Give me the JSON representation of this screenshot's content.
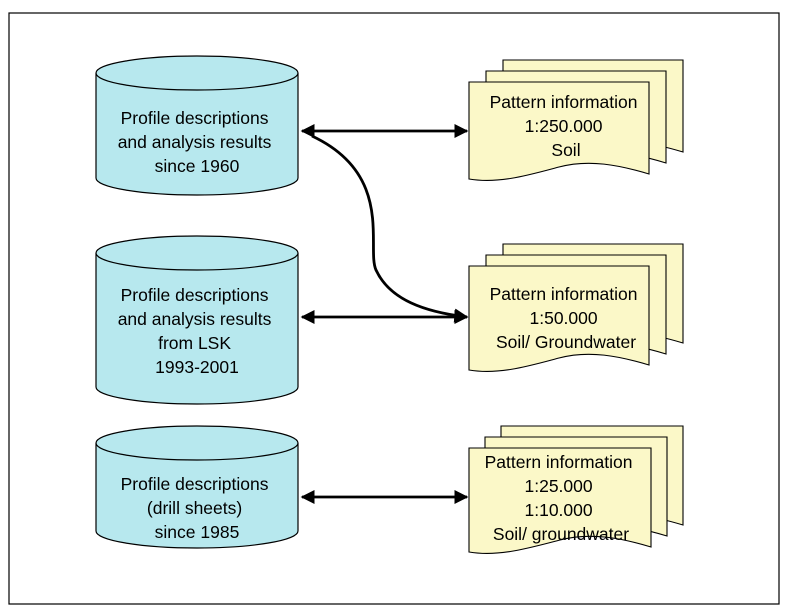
{
  "colors": {
    "cylinder_fill": "#b7e8ee",
    "document_fill": "#fbf8c8",
    "stroke": "#000000",
    "background": "#ffffff"
  },
  "databases": [
    {
      "lines": [
        "Profile descriptions",
        "and analysis results",
        "since 1960"
      ]
    },
    {
      "lines": [
        "Profile descriptions",
        "and analysis results",
        "from LSK",
        "1993-2001"
      ]
    },
    {
      "lines": [
        "Profile descriptions",
        "(drill sheets)",
        "since 1985"
      ]
    }
  ],
  "documents": [
    {
      "lines": [
        "Pattern information",
        "1:250.000",
        "Soil"
      ]
    },
    {
      "lines": [
        "Pattern information",
        "1:50.000",
        "Soil/ Groundwater"
      ]
    },
    {
      "lines": [
        "Pattern information",
        "1:25.000",
        "1:10.000",
        "Soil/ groundwater"
      ]
    }
  ]
}
